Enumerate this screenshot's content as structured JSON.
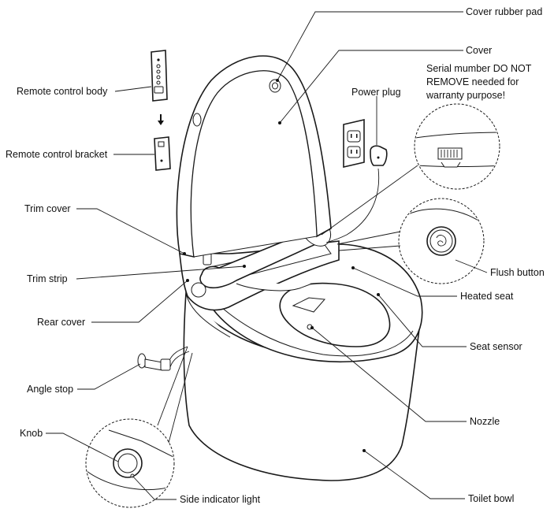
{
  "labels": {
    "cover_rubber_pad": "Cover rubber pad",
    "cover": "Cover",
    "serial_line1": "Serial mumber DO NOT",
    "serial_line2": "REMOVE needed for",
    "serial_line3": "warranty purpose!",
    "power_plug": "Power plug",
    "remote_control_body": "Remote control body",
    "remote_control_bracket": "Remote control bracket",
    "trim_cover": "Trim cover",
    "trim_strip": "Trim strip",
    "rear_cover": "Rear cover",
    "flush_button": "Flush button",
    "heated_seat": "Heated seat",
    "seat_sensor": "Seat sensor",
    "angle_stop": "Angle stop",
    "nozzle": "Nozzle",
    "knob": "Knob",
    "side_indicator_light": "Side indicator light",
    "toilet_bowl": "Toilet bowl"
  },
  "colors": {
    "line": "#1a1a1a",
    "text": "#111111",
    "background": "#ffffff"
  }
}
